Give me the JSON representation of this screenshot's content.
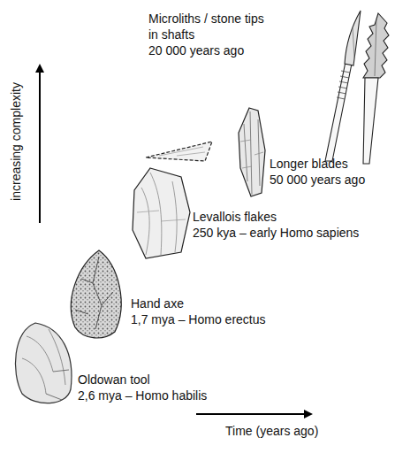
{
  "diagram": {
    "labels": [
      "Microliths / stone tips in shafts",
      "20 000 years ago",
      "Longer blades",
      "50 000 years ago",
      "Levallois flakes",
      "250 kya – early Homo sapiens",
      "Hand axe",
      "1,7 mya – Homo erectus",
      "Oldowan tool",
      "2,6 mya – Homo habilis",
      "increasing complexity",
      "Time (years ago)"
    ]
  }
}
